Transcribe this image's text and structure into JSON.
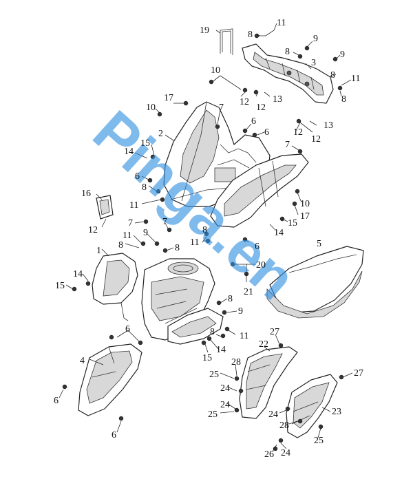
{
  "watermark": "Pinga.en",
  "callouts": [
    {
      "id": "c19a",
      "label": "19"
    },
    {
      "id": "c11a",
      "label": "11"
    },
    {
      "id": "c8a",
      "label": "8"
    },
    {
      "id": "c9a",
      "label": "9"
    },
    {
      "id": "c8b",
      "label": "8"
    },
    {
      "id": "c9b",
      "label": "9"
    },
    {
      "id": "c3",
      "label": "3"
    },
    {
      "id": "c8c",
      "label": "8"
    },
    {
      "id": "c11b",
      "label": "11"
    },
    {
      "id": "c8d",
      "label": "8"
    },
    {
      "id": "c10a",
      "label": "10"
    },
    {
      "id": "c12a",
      "label": "12"
    },
    {
      "id": "c12b",
      "label": "12"
    },
    {
      "id": "c13a",
      "label": "13"
    },
    {
      "id": "c17a",
      "label": "17"
    },
    {
      "id": "c10b",
      "label": "10"
    },
    {
      "id": "c7a",
      "label": "7"
    },
    {
      "id": "c6a",
      "label": "6"
    },
    {
      "id": "c6b",
      "label": "6"
    },
    {
      "id": "c12c",
      "label": "12"
    },
    {
      "id": "c13b",
      "label": "13"
    },
    {
      "id": "c12d",
      "label": "12"
    },
    {
      "id": "c2",
      "label": "2"
    },
    {
      "id": "c15a",
      "label": "15"
    },
    {
      "id": "c14a",
      "label": "14"
    },
    {
      "id": "c7b",
      "label": "7"
    },
    {
      "id": "c6c",
      "label": "6"
    },
    {
      "id": "c8e",
      "label": "8"
    },
    {
      "id": "c16",
      "label": "16"
    },
    {
      "id": "c11c",
      "label": "11"
    },
    {
      "id": "c10c",
      "label": "10"
    },
    {
      "id": "c17b",
      "label": "17"
    },
    {
      "id": "c12e",
      "label": "12"
    },
    {
      "id": "c7c",
      "label": "7"
    },
    {
      "id": "c7d",
      "label": "7"
    },
    {
      "id": "c15b",
      "label": "15"
    },
    {
      "id": "c14b",
      "label": "14"
    },
    {
      "id": "c11d",
      "label": "11"
    },
    {
      "id": "c9c",
      "label": "9"
    },
    {
      "id": "c8f",
      "label": "8"
    },
    {
      "id": "c8g",
      "label": "8"
    },
    {
      "id": "c11e",
      "label": "11"
    },
    {
      "id": "c6d",
      "label": "6"
    },
    {
      "id": "c5",
      "label": "5"
    },
    {
      "id": "c8h",
      "label": "8"
    },
    {
      "id": "c1",
      "label": "1"
    },
    {
      "id": "c20",
      "label": "20"
    },
    {
      "id": "c14c",
      "label": "14"
    },
    {
      "id": "c15c",
      "label": "15"
    },
    {
      "id": "c21",
      "label": "21"
    },
    {
      "id": "c8i",
      "label": "8"
    },
    {
      "id": "c9d",
      "label": "9"
    },
    {
      "id": "c6e",
      "label": "6"
    },
    {
      "id": "c11f",
      "label": "11"
    },
    {
      "id": "c8j",
      "label": "8"
    },
    {
      "id": "c27a",
      "label": "27"
    },
    {
      "id": "c22",
      "label": "22"
    },
    {
      "id": "c15d",
      "label": "15"
    },
    {
      "id": "c14d",
      "label": "14"
    },
    {
      "id": "c4",
      "label": "4"
    },
    {
      "id": "c28a",
      "label": "28"
    },
    {
      "id": "c25a",
      "label": "25"
    },
    {
      "id": "c24a",
      "label": "24"
    },
    {
      "id": "c27b",
      "label": "27"
    },
    {
      "id": "c6f",
      "label": "6"
    },
    {
      "id": "c24b",
      "label": "24"
    },
    {
      "id": "c25b",
      "label": "25"
    },
    {
      "id": "c23",
      "label": "23"
    },
    {
      "id": "c24c",
      "label": "24"
    },
    {
      "id": "c28b",
      "label": "28"
    },
    {
      "id": "c6g",
      "label": "6"
    },
    {
      "id": "c25c",
      "label": "25"
    },
    {
      "id": "c26",
      "label": "26"
    },
    {
      "id": "c24d",
      "label": "24"
    }
  ]
}
